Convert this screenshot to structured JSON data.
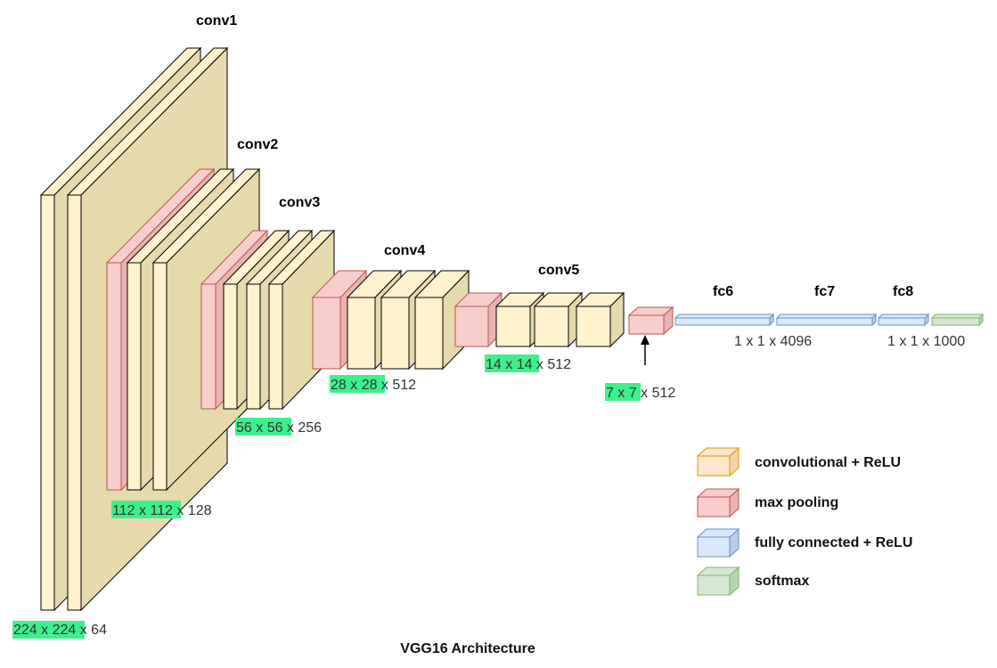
{
  "title": "VGG16 Architecture",
  "colors": {
    "conv": {
      "front": "#fff2cc",
      "side": "#e6d9ab",
      "stroke": "#000000"
    },
    "pool": {
      "front": "#f8cecc",
      "side": "#e8b3b0",
      "stroke": "#b85450"
    },
    "fc": {
      "front": "#dae8fc",
      "side": "#b8cde8",
      "stroke": "#6c8ebf"
    },
    "softmax": {
      "front": "#d5e8d4",
      "side": "#b4d3b2",
      "stroke": "#82b366"
    },
    "highlight": "#3ef08c",
    "legend_conv": {
      "front": "#ffe6cc",
      "side": "#f5d3a8",
      "stroke": "#d79b00"
    }
  },
  "stages": {
    "conv1": "conv1",
    "conv2": "conv2",
    "conv3": "conv3",
    "conv4": "conv4",
    "conv5": "conv5",
    "fc6": "fc6",
    "fc7": "fc7",
    "fc8": "fc8"
  },
  "dims": {
    "d224": {
      "hl": "224 x 224",
      "rest": " x 64"
    },
    "d112": {
      "hl": "112 x 112",
      "rest": " x 128"
    },
    "d56": {
      "hl": "56 x 56",
      "rest": " x 256"
    },
    "d28": {
      "hl": "28 x 28",
      "rest": " x 512"
    },
    "d14": {
      "hl": "14 x 14",
      "rest": " x 512"
    },
    "d7": {
      "hl": "7 x 7",
      "rest": " x 512"
    },
    "fc67": "1 x 1 x 4096",
    "fc8": "1 x 1 x 1000"
  },
  "legend": {
    "conv": "convolutional + ReLU",
    "pool": "max pooling",
    "fc": "fully connected + ReLU",
    "softmax": "softmax"
  }
}
